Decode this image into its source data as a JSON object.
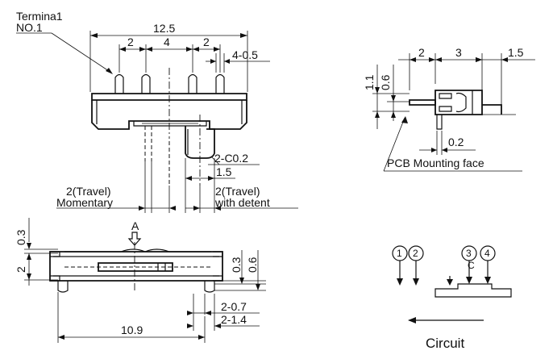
{
  "drawing": {
    "top_view": {
      "terminal_label_1": "Termina1",
      "terminal_label_2": "NO.1",
      "dim_overall": "12.5",
      "dim_pitch_left": "2",
      "dim_pitch_mid": "4",
      "dim_pitch_right": "2",
      "dim_pin": "4-0.5",
      "dim_chamfer": "2-C0.2",
      "dim_actuator": "1.5",
      "travel_momentary_1": "2(Travel)",
      "travel_momentary_2": "Momentary",
      "travel_detent_1": "2(Travel)",
      "travel_detent_2": "with detent"
    },
    "side_view": {
      "dim_a": "2",
      "dim_b": "3",
      "dim_c": "1.5",
      "dim_d": "1.1",
      "dim_e": "0.6",
      "dim_f": "0.2",
      "pcb_label": "PCB Mounting face"
    },
    "front_view": {
      "view_marker": "A",
      "dim_top": "0.3",
      "dim_height": "2",
      "dim_r1": "0.3",
      "dim_r2": "0.6",
      "dim_width": "10.9",
      "dim_b1": "2-0.7",
      "dim_b2": "2-1.4"
    },
    "circuit": {
      "pin_1": "1",
      "pin_2": "2",
      "pin_3": "3",
      "pin_4": "4",
      "contact_label": "C",
      "caption": "Circuit"
    }
  }
}
